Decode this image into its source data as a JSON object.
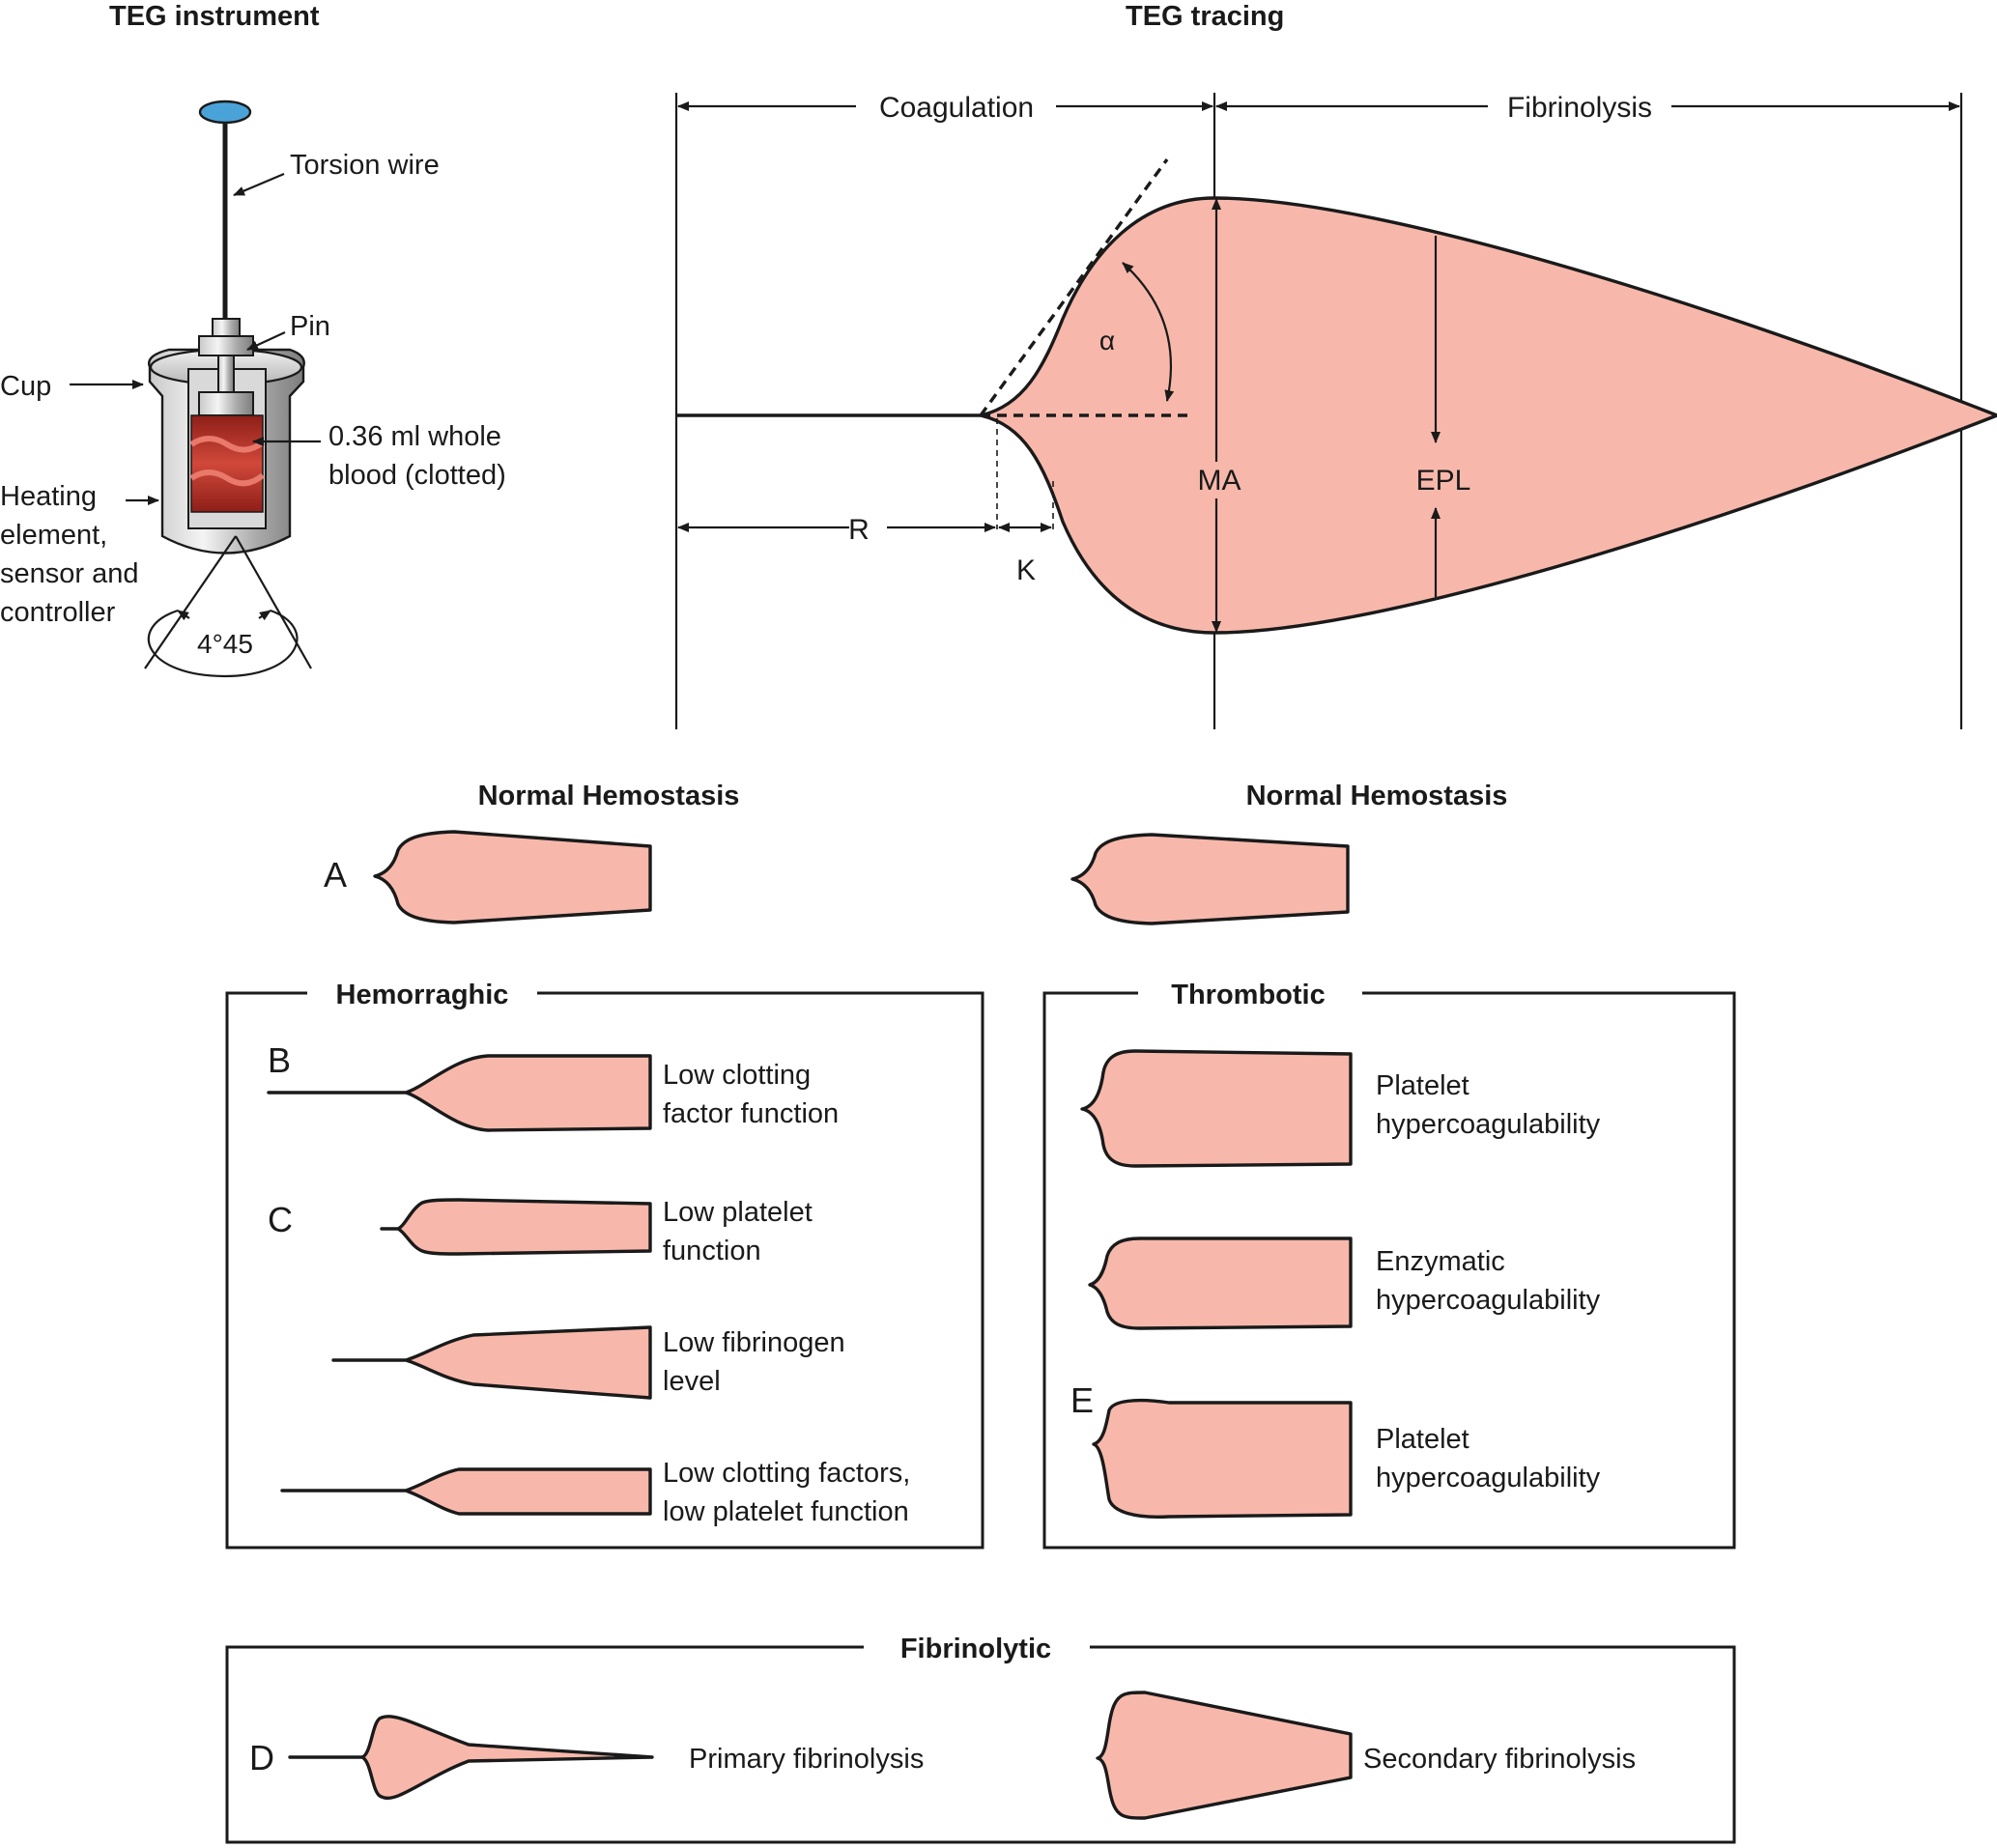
{
  "titles": {
    "instrument": "TEG instrument",
    "tracing": "TEG tracing"
  },
  "instrument": {
    "torsion_wire": "Torsion wire",
    "pin": "Pin",
    "cup": "Cup",
    "blood_line1": "0.36 ml whole",
    "blood_line2": "blood (clotted)",
    "heating_line1": "Heating",
    "heating_line2": "element,",
    "heating_line3": "sensor and",
    "heating_line4": "controller",
    "angle": "4°45"
  },
  "tracing": {
    "coagulation": "Coagulation",
    "fibrinolysis": "Fibrinolysis",
    "alpha": "α",
    "ma": "MA",
    "epl": "EPL",
    "r": "R",
    "k": "K"
  },
  "colors": {
    "trace_fill": "#f7b8ab",
    "outline": "#1a1a1a",
    "wire_knob": "#4aa3d8",
    "blood": "#b8342a"
  },
  "normal": {
    "left_heading": "Normal Hemostasis",
    "right_heading": "Normal Hemostasis",
    "label_a": "A"
  },
  "hemorrhagic": {
    "heading": "Hemorraghic",
    "label_b": "B",
    "label_c": "C",
    "b_line1": "Low clotting",
    "b_line2": "factor function",
    "c1_line1": "Low platelet",
    "c1_line2": "function",
    "c2_line1": "Low fibrinogen",
    "c2_line2": "level",
    "c3_line1": "Low clotting factors,",
    "c3_line2": "low platelet function"
  },
  "thrombotic": {
    "heading": "Thrombotic",
    "label_e": "E",
    "t1_line1": "Platelet",
    "t1_line2": "hypercoagulability",
    "t2_line1": "Enzymatic",
    "t2_line2": "hypercoagulability",
    "t3_line1": "Platelet",
    "t3_line2": "hypercoagulability"
  },
  "fibrinolytic": {
    "heading": "Fibrinolytic",
    "label_d": "D",
    "primary": "Primary fibrinolysis",
    "secondary": "Secondary fibrinolysis"
  }
}
